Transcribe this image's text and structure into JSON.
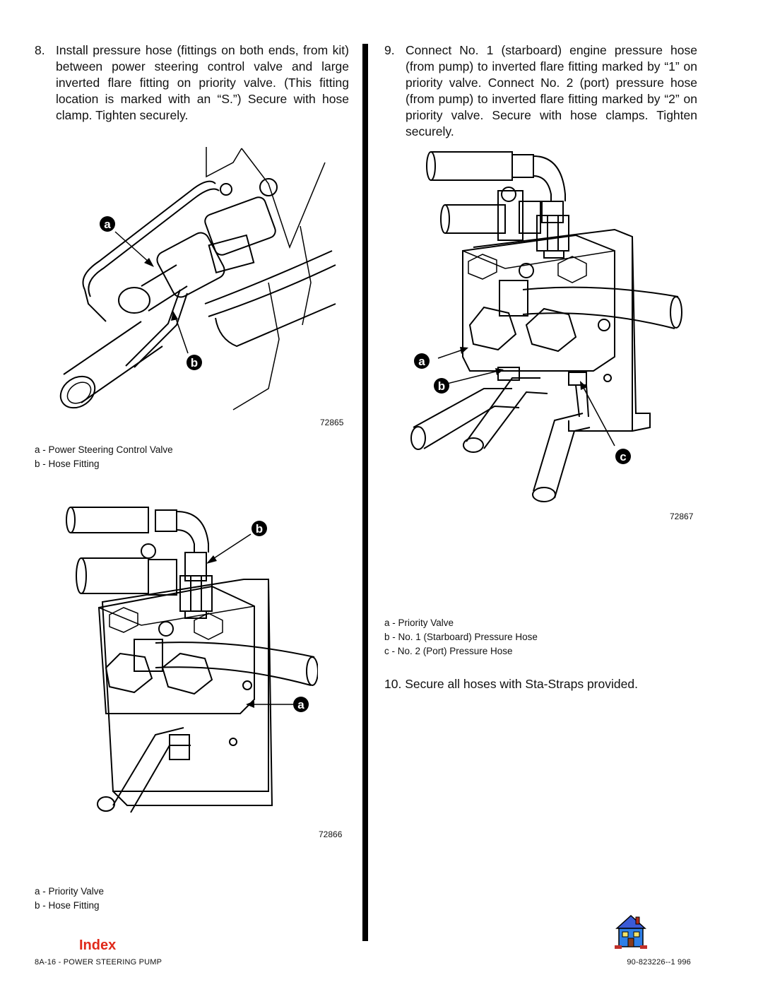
{
  "step8": {
    "number": "8.",
    "text": "Install pressure hose (fittings on both ends, from kit) between power steering control valve and large inverted flare fitting on priority valve. (This fitting location is marked with an “S.”) Secure with hose clamp. Tighten securely."
  },
  "fig1": {
    "number": "72865",
    "callouts": [
      "a",
      "b"
    ],
    "legend": [
      "a - Power Steering Control Valve",
      "b - Hose Fitting"
    ]
  },
  "fig2": {
    "number": "72866",
    "callouts": [
      "b",
      "a"
    ],
    "legend": [
      "a - Priority Valve",
      "b - Hose Fitting"
    ]
  },
  "step9": {
    "number": "9.",
    "text": "Connect No. 1 (starboard) engine pressure hose (from pump) to inverted flare fitting marked by “1” on priority valve. Connect No. 2 (port) pressure hose (from pump) to inverted flare fitting marked by “2” on priority valve. Secure with hose clamps. Tighten securely."
  },
  "fig3": {
    "number": "72867",
    "callouts": [
      "a",
      "b",
      "c"
    ],
    "legend": [
      "a - Priority Valve",
      "b - No. 1 (Starboard) Pressure Hose",
      "c - No. 2 (Port) Pressure Hose"
    ]
  },
  "step10": {
    "text": "10. Secure all hoses with Sta-Straps provided."
  },
  "footer": {
    "index_link": "Index",
    "left": "8A-16 - POWER STEERING PUMP",
    "right": "90-823226--1  996"
  },
  "icons": {
    "home": "house-icon"
  },
  "colors": {
    "index_link": "#e0291a",
    "divider": "#000000"
  }
}
